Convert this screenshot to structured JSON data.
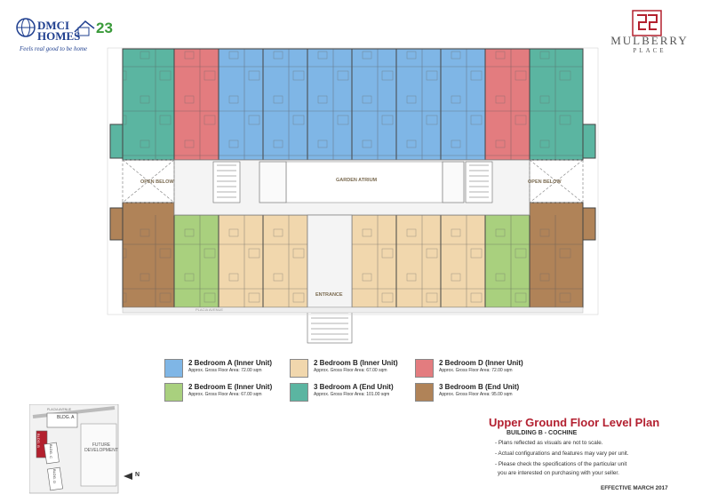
{
  "brand": {
    "dmci_line1": "DMCI",
    "dmci_line2": "HOMES",
    "anniversary": "23",
    "tagline": "Feels real good to be home",
    "project_line1": "MULBERRY",
    "project_line2": "PLACE"
  },
  "plan": {
    "labels": {
      "open_below_left": "OPEN BELOW",
      "open_below_right": "OPEN BELOW",
      "garden_atrium": "GARDEN ATRIUM",
      "entrance": "ENTRANCE",
      "street": "PLACIA AVENUE"
    },
    "colors": {
      "2BR_A": "#7fb6e6",
      "2BR_B": "#f1d7ad",
      "2BR_D": "#e37c7f",
      "2BR_E": "#a9d07e",
      "3BR_A": "#5bb5a1",
      "3BR_B": "#b08358"
    }
  },
  "legend": [
    {
      "key": "2BR_A",
      "title": "2 Bedroom A (Inner Unit)",
      "area": "Approx. Gross Floor Area: 72.00 sqm"
    },
    {
      "key": "2BR_B",
      "title": "2 Bedroom B (Inner Unit)",
      "area": "Approx. Gross Floor Area: 67.00 sqm"
    },
    {
      "key": "2BR_D",
      "title": "2 Bedroom D (Inner Unit)",
      "area": "Approx. Gross Floor Area: 72.00 sqm"
    },
    {
      "key": "2BR_E",
      "title": "2 Bedroom E (Inner Unit)",
      "area": "Approx. Gross Floor Area: 67.00 sqm"
    },
    {
      "key": "3BR_A",
      "title": "3 Bedroom A (End Unit)",
      "area": "Approx. Gross Floor Area: 101.00 sqm"
    },
    {
      "key": "3BR_B",
      "title": "3 Bedroom B (End Unit)",
      "area": "Approx. Gross Floor Area: 95.00 sqm"
    }
  ],
  "site_map": {
    "street": "PLACIA AVENUE",
    "bldg_a": "BLDG. A",
    "bldg_b": "BLDG. B",
    "bldg_c": "BLDG. C",
    "bldg_d": "BLDG. D",
    "future": "FUTURE DEVELOPMENT",
    "north": "N"
  },
  "title": {
    "main": "Upper Ground Floor Level Plan",
    "sub": "BUILDING B - COCHINE"
  },
  "notes": [
    "- Plans reflected as visuals are not to scale.",
    "- Actual configurations and features may vary per unit.",
    "- Please check the specifications of the particular unit",
    "  you are interested on purchasing with your seller."
  ],
  "effective": "EFFECTIVE MARCH 2017"
}
